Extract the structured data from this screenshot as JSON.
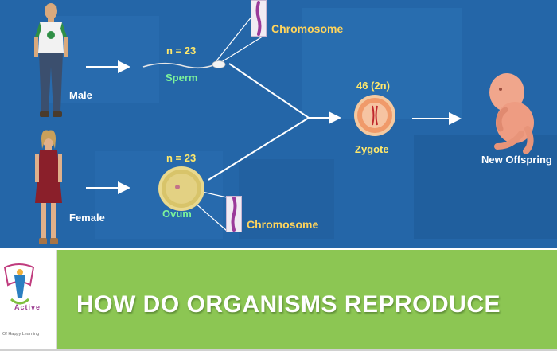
{
  "diagram": {
    "male_label": "Male",
    "female_label": "Female",
    "sperm_count": "n = 23",
    "sperm_label": "Sperm",
    "ovum_count": "n = 23",
    "ovum_label": "Ovum",
    "chromosome_top_label": "Chromosome",
    "chromosome_bottom_label": "Chromosome",
    "zygote_count": "46 (2n)",
    "zygote_label": "Zygote",
    "offspring_label": "New Offspring"
  },
  "banner": {
    "title": "HOW DO ORGANISMS REPRODUCE"
  },
  "logo": {
    "word": "Active",
    "tagline": "Of Happy Learning"
  },
  "colors": {
    "background": "#1f5d9e",
    "banner": "#8cc653",
    "label_yellow": "#ffe86b",
    "label_green": "#7cf29a"
  }
}
